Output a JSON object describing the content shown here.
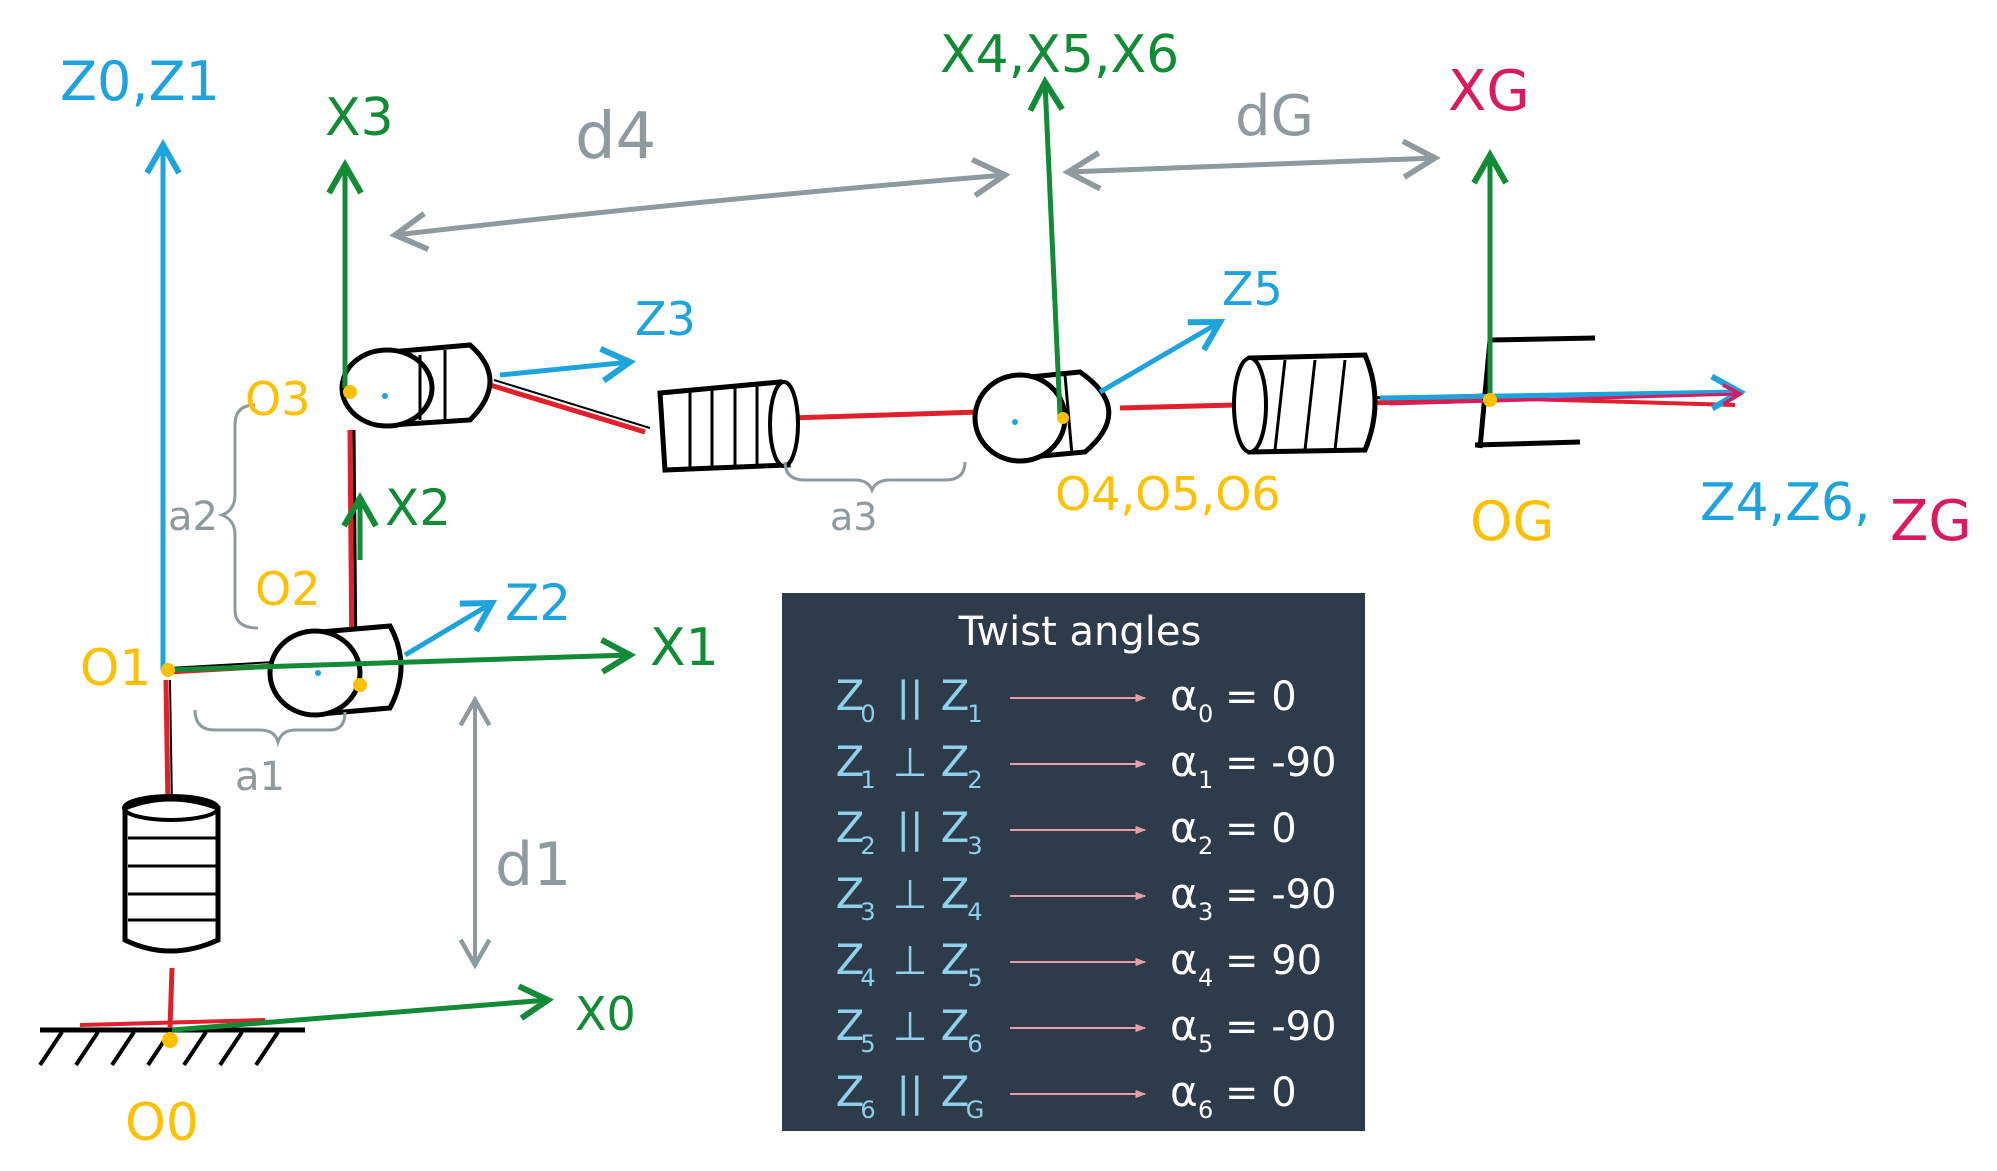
{
  "labels": {
    "z0_z1": "Z0,Z1",
    "x3": "X3",
    "d4": "d4",
    "x4_x5_x6": "X4,X5,X6",
    "dG": "dG",
    "xG": "XG",
    "z3": "Z3",
    "z5": "Z5",
    "o3": "O3",
    "a2": "a2",
    "x2": "X2",
    "o2": "O2",
    "z2": "Z2",
    "x1": "X1",
    "o1": "O1",
    "a1": "a1",
    "d1": "d1",
    "x0": "X0",
    "o0": "O0",
    "a3": "a3",
    "o4_o5_o6": "O4,O5,O6",
    "oG": "OG",
    "z4_z6_zG": "Z4,Z6,",
    "zG_tail": "ZG"
  },
  "twist_panel": {
    "title": "Twist angles",
    "rows": [
      {
        "lhs": "Z",
        "lhs_sub": "0",
        "rel": "||",
        "rhs": "Z",
        "rhs_sub": "1",
        "alpha": "α",
        "alpha_sub": "0",
        "value": "= 0"
      },
      {
        "lhs": "Z",
        "lhs_sub": "1",
        "rel": "⊥",
        "rhs": "Z",
        "rhs_sub": "2",
        "alpha": "α",
        "alpha_sub": "1",
        "value": "= -90"
      },
      {
        "lhs": "Z",
        "lhs_sub": "2",
        "rel": "||",
        "rhs": "Z",
        "rhs_sub": "3",
        "alpha": "α",
        "alpha_sub": "2",
        "value": "= 0"
      },
      {
        "lhs": "Z",
        "lhs_sub": "3",
        "rel": "⊥",
        "rhs": "Z",
        "rhs_sub": "4",
        "alpha": "α",
        "alpha_sub": "3",
        "value": "= -90"
      },
      {
        "lhs": "Z",
        "lhs_sub": "4",
        "rel": "⊥",
        "rhs": "Z",
        "rhs_sub": "5",
        "alpha": "α",
        "alpha_sub": "4",
        "value": "= 90"
      },
      {
        "lhs": "Z",
        "lhs_sub": "5",
        "rel": "⊥",
        "rhs": "Z",
        "rhs_sub": "6",
        "alpha": "α",
        "alpha_sub": "5",
        "value": "= -90"
      },
      {
        "lhs": "Z",
        "lhs_sub": "6",
        "rel": "||",
        "rhs": "Z",
        "rhs_sub": "G",
        "alpha": "α",
        "alpha_sub": "6",
        "value": "= 0"
      }
    ]
  },
  "colors": {
    "blue": "#1fa3dc",
    "green": "#138a36",
    "red": "#e0202a",
    "gray": "#8f9a9e",
    "orange": "#ffc000",
    "magenta": "#d81b60",
    "panel_bg": "#2e3b4a",
    "panel_arrow": "#e8a0a8"
  }
}
